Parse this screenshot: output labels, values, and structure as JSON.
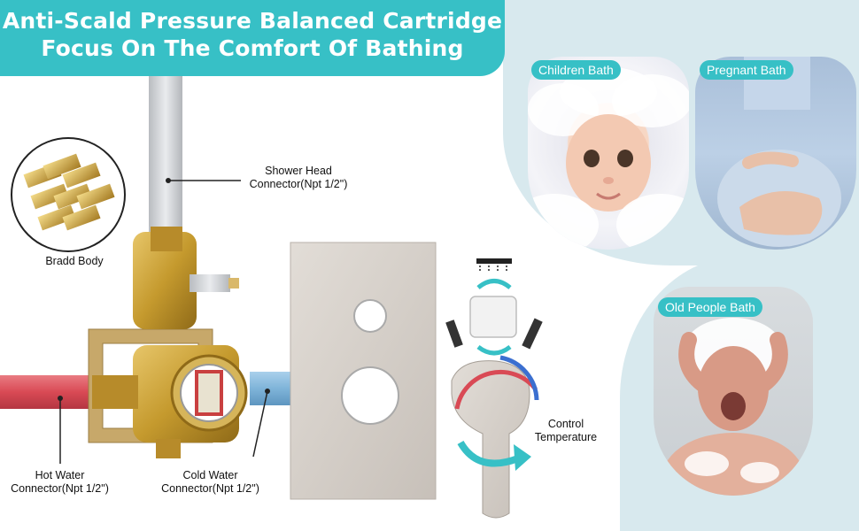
{
  "banner": {
    "title_line1": "Anti-Scald Pressure Balanced Cartridge",
    "title_line2": "Focus On The Comfort Of Bathing"
  },
  "photos": {
    "children": "Children Bath",
    "pregnant": "Pregnant Bath",
    "old": "Old People Bath"
  },
  "labels": {
    "shower_head_line1": "Shower Head",
    "shower_head_line2": "Connector(Npt 1/2\")",
    "bradd_body": "Bradd Body",
    "hot_line1": "Hot Water",
    "hot_line2": "Connector(Npt 1/2\")",
    "cold_line1": "Cold Water",
    "cold_line2": "Connector(Npt 1/2\")",
    "control_line1": "Control",
    "control_line2": "Temperature"
  },
  "colors": {
    "accent": "#37c0c6",
    "blob": "#d8e9ee",
    "brass": "#c9a23a",
    "chrome": "#cfc9c3",
    "hot_pipe": "#d94a55",
    "cold_pipe": "#7fb4d9"
  }
}
